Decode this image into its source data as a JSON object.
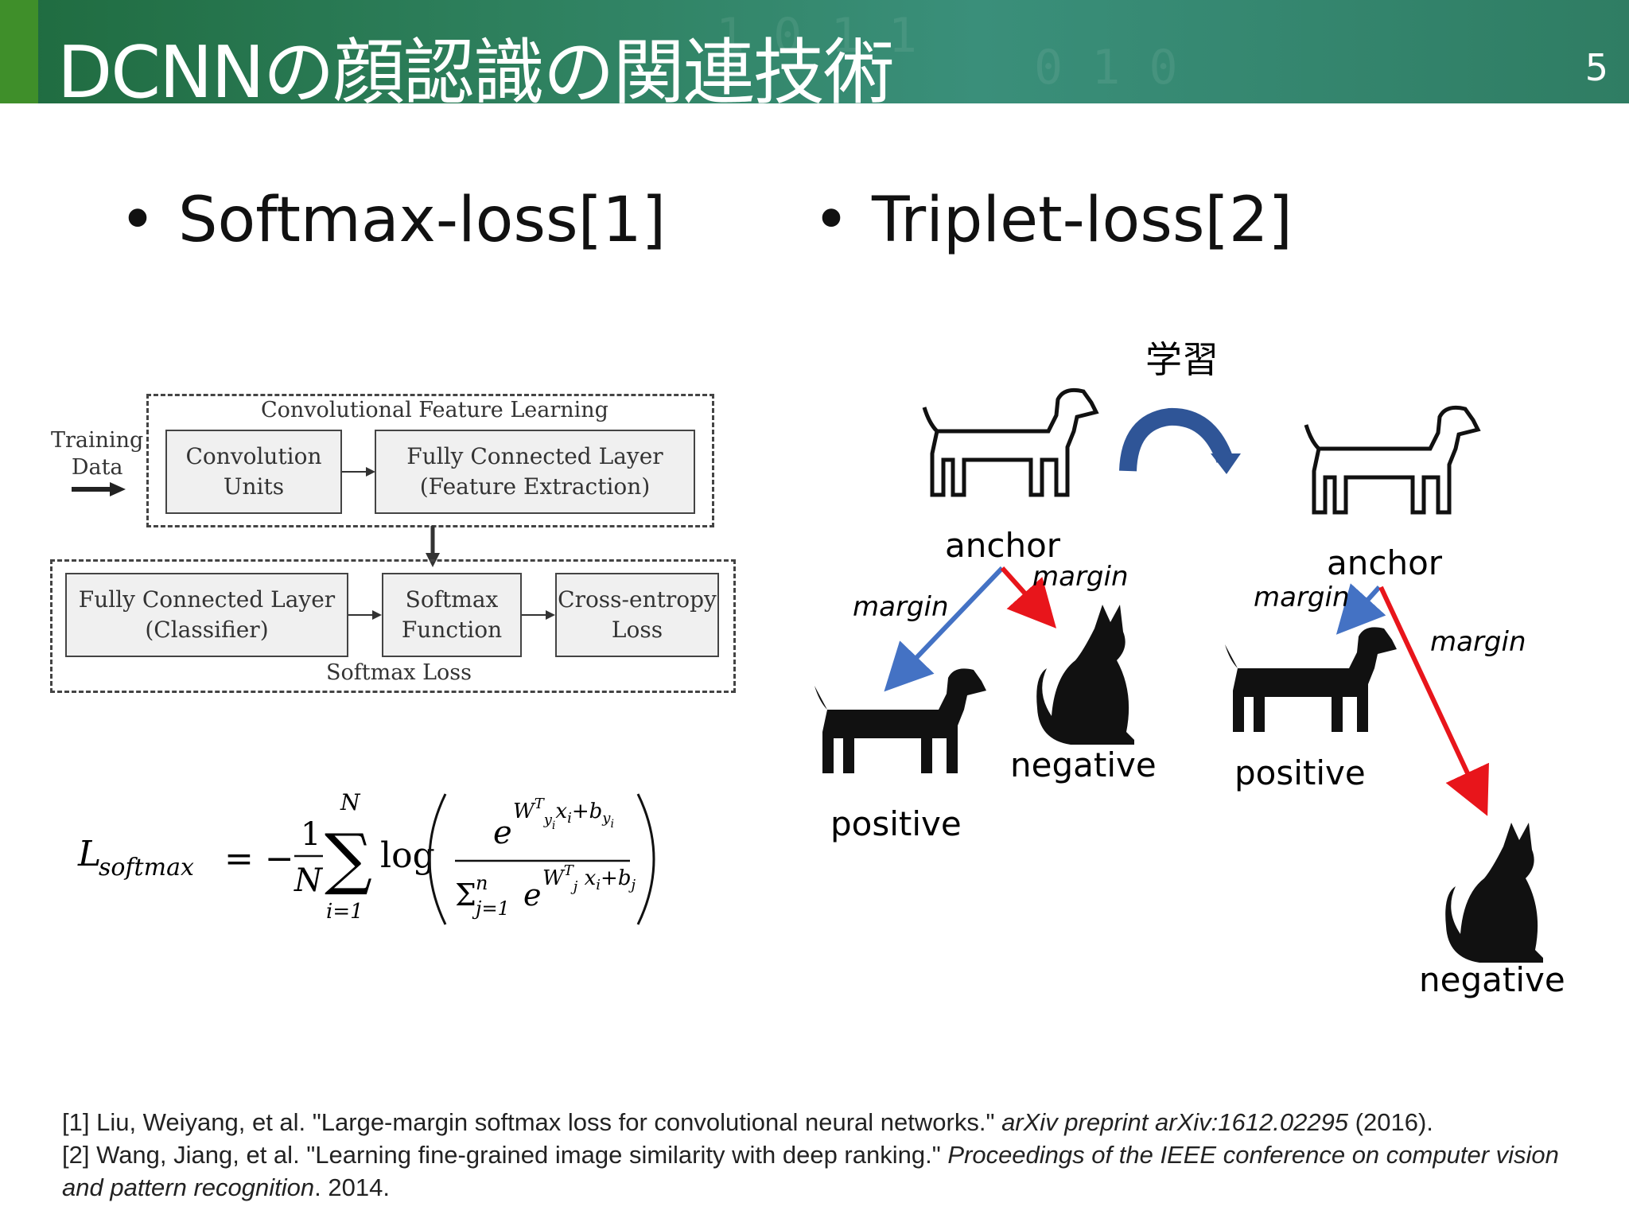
{
  "header": {
    "title": "DCNNの顔認識の関連技術",
    "page_number": "5",
    "accent_color": "#3f8f2a"
  },
  "bullets": {
    "left": "Softmax-loss[1]",
    "right": "Triplet-loss[2]",
    "symbol": "•"
  },
  "softmax_figure": {
    "training_data": "Training\nData",
    "feature_group_label": "Convolutional Feature Learning",
    "convolution": "Convolution\nUnits",
    "fc_feature": "Fully Connected Layer\n(Feature Extraction)",
    "fc_classifier": "Fully Connected Layer\n(Classifier)",
    "softmax_function": "Softmax\nFunction",
    "cross_entropy": "Cross-entropy\nLoss",
    "softmax_group_label": "Softmax Loss"
  },
  "formula": {
    "lhs": "L",
    "lhs_sub": "softmax",
    "sum_top": "N",
    "sum_bottom": "i=1",
    "frac_num": "1",
    "frac_den": "N",
    "log": "log",
    "num_base": "e",
    "num_exp": "W",
    "den_sum": "Σ",
    "den_sum_top": "n",
    "den_sum_bottom": "j=1",
    "den_base": "e"
  },
  "triplet": {
    "learn_label": "学習",
    "before": {
      "anchor": "anchor",
      "positive": "positive",
      "negative": "negative",
      "margin_positive": "margin",
      "margin_negative": "margin"
    },
    "after": {
      "anchor": "anchor",
      "positive": "positive",
      "negative": "negative",
      "margin_positive": "margin",
      "margin_negative": "margin"
    },
    "colors": {
      "positive_arrow": "#4472c4",
      "negative_arrow": "#e8151b",
      "learn_arrow": "#2f5597"
    }
  },
  "references": {
    "ref1_prefix": "[1] Liu, Weiyang, et al. \"Large-margin softmax loss for convolutional neural networks.\" ",
    "ref1_venue": "arXiv preprint arXiv:1612.02295",
    "ref1_suffix": " (2016).",
    "ref2_prefix": "[2] Wang, Jiang, et al. \"Learning fine-grained image similarity with deep ranking.\" ",
    "ref2_venue": "Proceedings of the IEEE conference on computer vision and pattern recognition",
    "ref2_suffix": ". 2014."
  }
}
